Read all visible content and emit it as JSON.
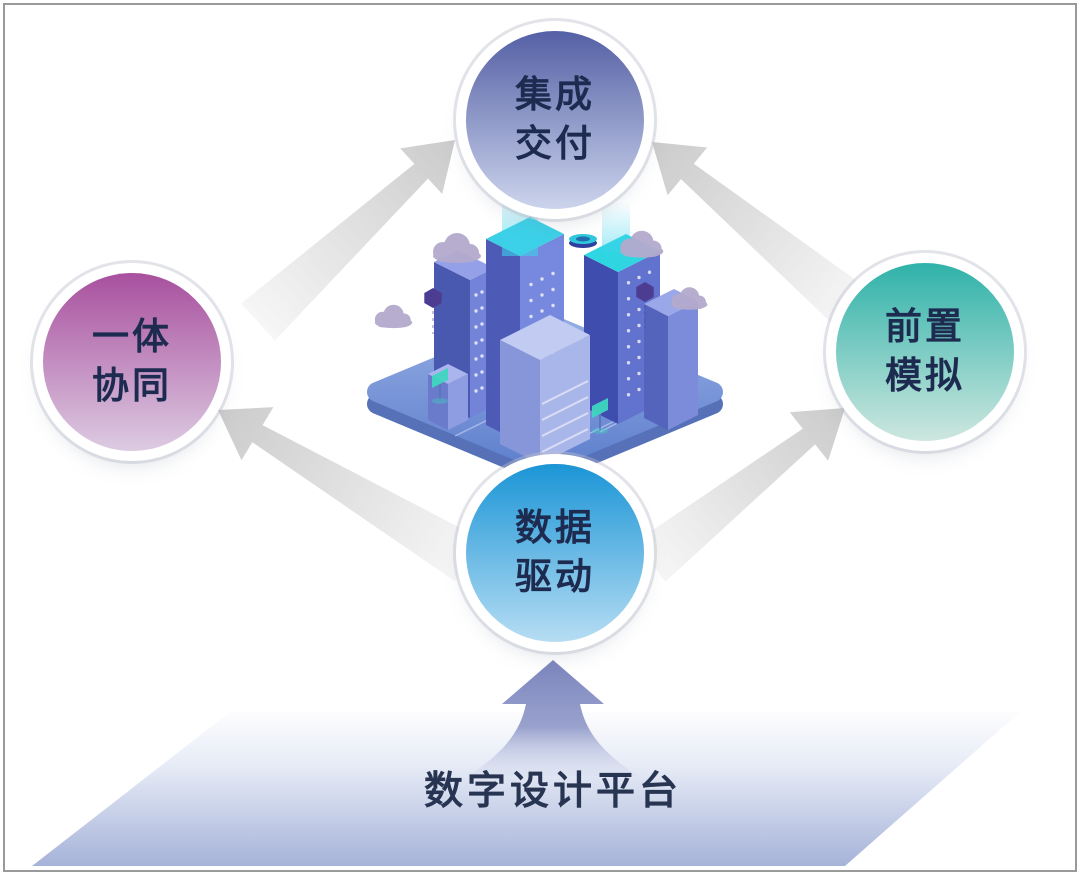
{
  "diagram": {
    "title": "数字设计平台",
    "nodes": {
      "top": {
        "line1": "集成",
        "line2": "交付",
        "color_top": "#5460a5",
        "color_bottom": "#ccd4ec"
      },
      "left": {
        "line1": "一体",
        "line2": "协同",
        "color_top": "#a8509e",
        "color_bottom": "#ddcbe2"
      },
      "right": {
        "line1": "前置",
        "line2": "模拟",
        "color_top": "#2fb2a9",
        "color_bottom": "#cde7df"
      },
      "bottom": {
        "line1": "数据",
        "line2": "驱动",
        "color_top": "#1b95d6",
        "color_bottom": "#b6ddf3"
      }
    },
    "colors": {
      "label_text": "#1e2b50",
      "title_text": "#283552",
      "arrow_gray": "#cbcbcb",
      "platform_top": "#fdfdfe",
      "platform_bottom": "#a6b3d9",
      "city_ground": "#6e8fd6",
      "beam_cyan": "#3cd2eb",
      "cloud_purple": "#b4aacd"
    },
    "icons": [
      "smart-city-illustration",
      "cloud-icon",
      "hexagon-icon",
      "up-arrow-icon"
    ]
  }
}
